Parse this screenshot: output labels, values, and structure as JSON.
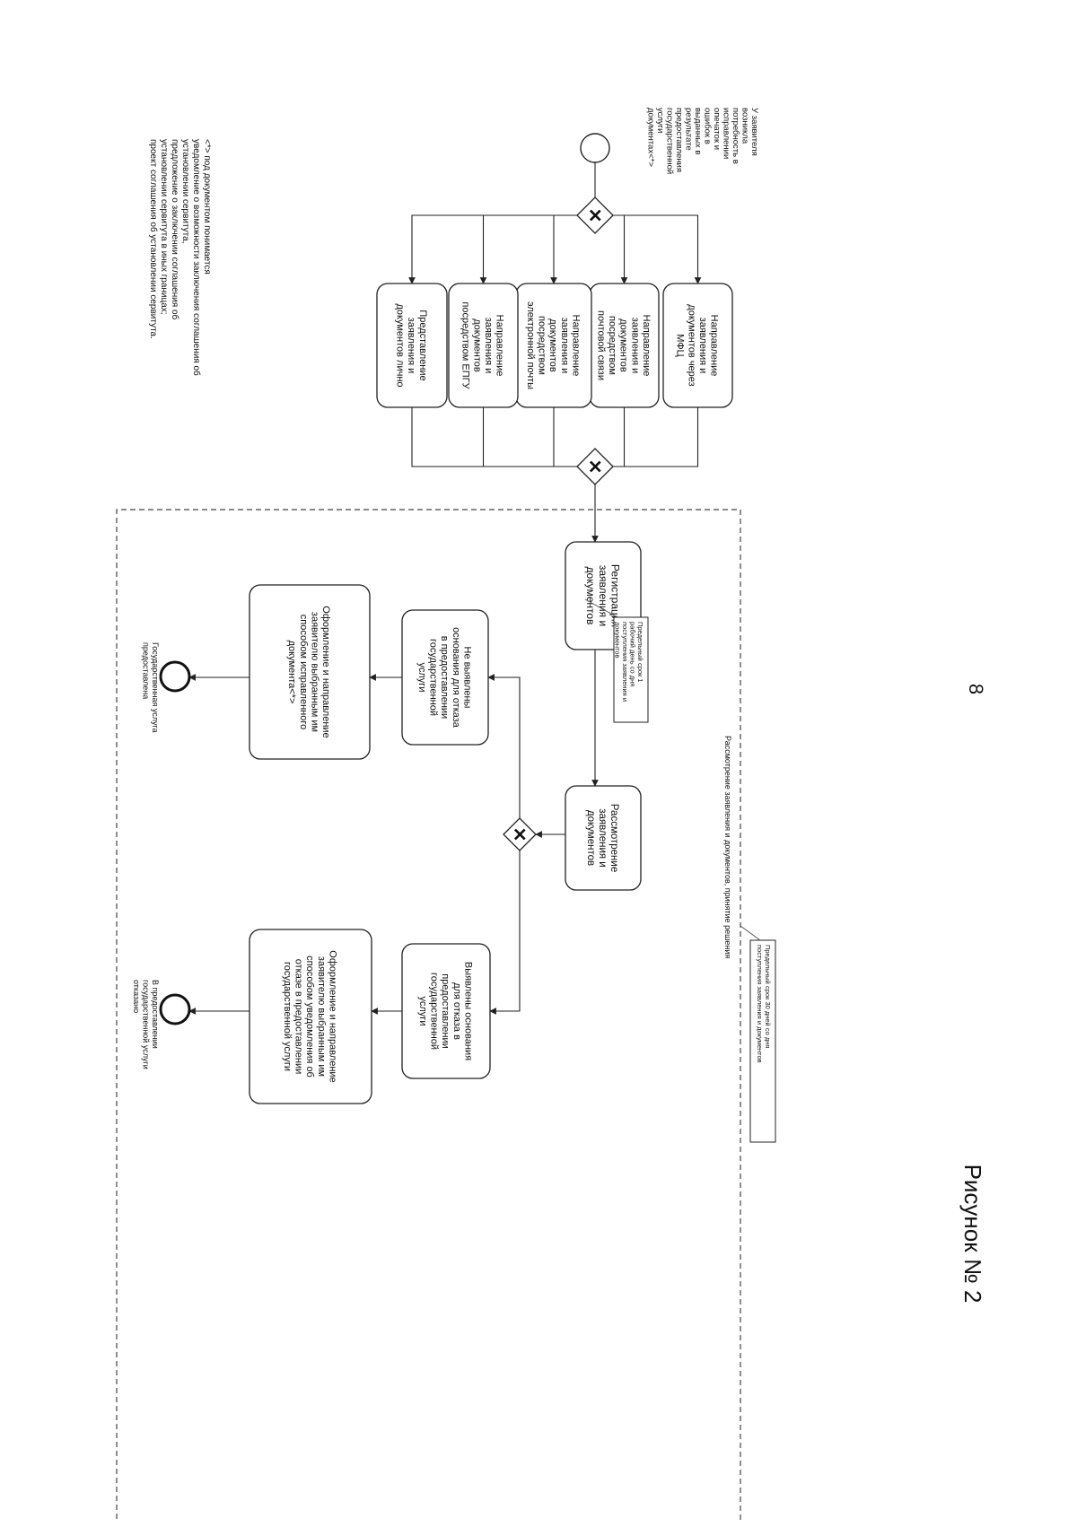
{
  "page": {
    "number": "8",
    "figure_caption": "Рисунок № 2"
  },
  "footnote": {
    "lines": [
      "<*> под документом понимается",
      "уведомление о возможности заключения соглашения об",
      "установлении сервитута,",
      "предложение о заключении соглашения об",
      "установлении сервитута в иных границах;",
      "проект соглашения об установлении сервитута."
    ]
  },
  "start_event": {
    "label_lines": [
      "У заявителя",
      "возникла",
      "потребность в",
      "исправлении",
      "опечаток и",
      "ошибок в",
      "выданных в",
      "результате",
      "предоставления",
      "государственной",
      "услуги",
      "документах<*>"
    ]
  },
  "channels": [
    {
      "id": "mfc",
      "lines": [
        "Направление",
        "заявления и",
        "документов через",
        "МФЦ"
      ]
    },
    {
      "id": "post",
      "lines": [
        "Направление",
        "заявления и",
        "документов",
        "посредством",
        "почтовой связи"
      ]
    },
    {
      "id": "email",
      "lines": [
        "Направление",
        "заявления и",
        "документов",
        "посредством",
        "электронной почты"
      ]
    },
    {
      "id": "epgu",
      "lines": [
        "Направление",
        "заявления и",
        "документов",
        "посредством ЕПГУ"
      ]
    },
    {
      "id": "personal",
      "lines": [
        "Представление",
        "заявления и",
        "документов лично"
      ]
    }
  ],
  "pool": {
    "label": "Рассмотрение заявления и документов, принятие решения"
  },
  "annotations": {
    "registration_deadline": [
      "Предельный срок 1",
      "рабочий день со дня",
      "поступления заявления и",
      "документов"
    ],
    "total_deadline": [
      "Предельный срок 30 дней со дня",
      "поступления заявления и документов"
    ]
  },
  "tasks": {
    "registration": [
      "Регистрация",
      "заявления и",
      "документов"
    ],
    "review": [
      "Рассмотрение",
      "заявления и",
      "документов"
    ],
    "no_refusal": [
      "Не выявлены",
      "основания для отказа",
      "в предоставлении",
      "государственной",
      "услуги"
    ],
    "refusal": [
      "Выявлены основания",
      "для отказа в",
      "предоставлении",
      "государственной",
      "услуги"
    ],
    "issue_corrected": [
      "Оформление и направление",
      "заявителю выбранным им",
      "способом исправленного",
      "документа<*>"
    ],
    "issue_refusal": [
      "Оформление и направление",
      "заявителю выбранным им",
      "способом уведомления об",
      "отказе в предоставлении",
      "государственной услуги"
    ]
  },
  "end_events": {
    "provided": [
      "Государственная услуга",
      "предоставлена"
    ],
    "refused": [
      "В предоставлении",
      "государственной услуги",
      "отказано"
    ]
  },
  "gateway_symbol": "✕"
}
